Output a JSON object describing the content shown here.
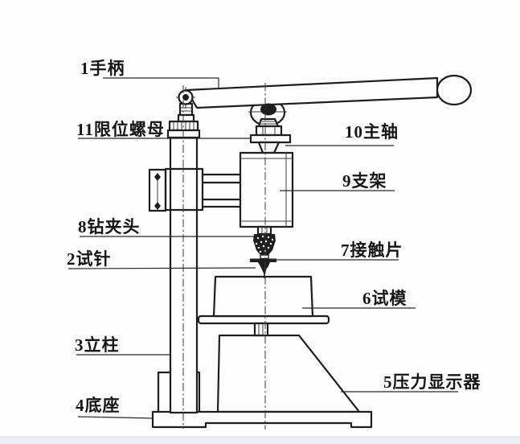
{
  "figure": {
    "kind": "technical-line-drawing",
    "colors": {
      "line": "#1e1e1e",
      "background": "#fdfdfd",
      "footer_strip": "#e9eef5"
    },
    "labels": {
      "handle": "1手柄",
      "limit_nut": "11限位螺母",
      "spindle": "10主轴",
      "bracket": "9支架",
      "chuck": "8钻夹头",
      "needle": "2试针",
      "contact": "7接触片",
      "mold": "6试模",
      "column": "3立柱",
      "display": "5压力显示器",
      "base": "4底座"
    }
  }
}
